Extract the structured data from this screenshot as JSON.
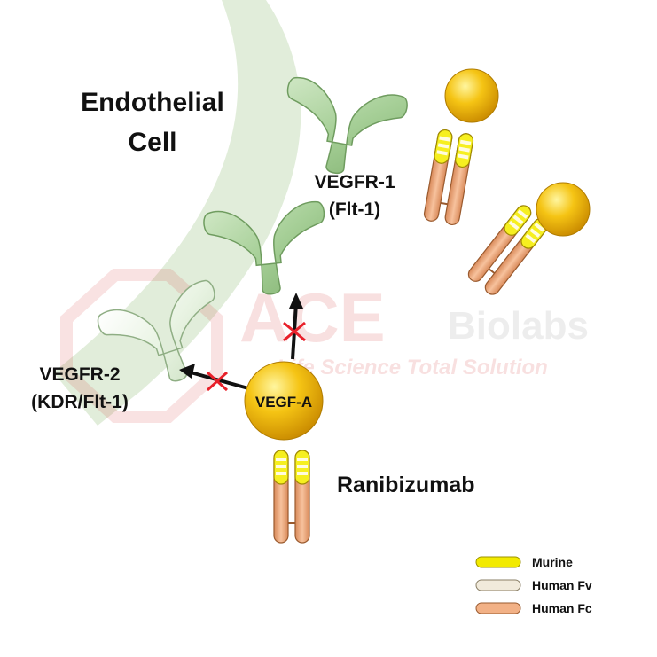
{
  "labels": {
    "cell_line1": "Endothelial",
    "cell_line2": "Cell",
    "vegfr1_line1": "VEGFR-1",
    "vegfr1_line2": "(Flt-1)",
    "vegfr2_line1": "VEGFR-2",
    "vegfr2_line2": "(KDR/Flt-1)",
    "vegf": "VEGF-A",
    "drug": "Ranibizumab"
  },
  "legend": [
    {
      "label": "Murine",
      "color": "#f2ea00"
    },
    {
      "label": "Human Fv",
      "color": "#f1eadb"
    },
    {
      "label": "Human Fc",
      "color": "#f2b186"
    }
  ],
  "watermark": {
    "brand": "ACE",
    "brand2": "Biolabs",
    "tagline": "Life Science Total Solution"
  },
  "colors": {
    "receptor": "#a6cf97",
    "receptor_light": "#e4f1de",
    "membrane": "#dcead3",
    "ligand": "#f1b90c",
    "block": "#e8202a"
  }
}
